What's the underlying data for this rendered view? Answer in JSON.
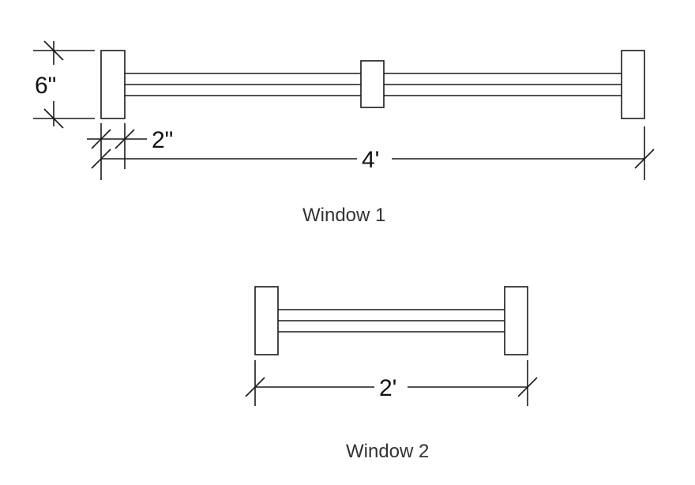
{
  "window1": {
    "caption": "Window 1",
    "dimensions": {
      "height": "6\"",
      "post_width": "2\"",
      "length": "4'"
    }
  },
  "window2": {
    "caption": "Window 2",
    "dimensions": {
      "length": "2'"
    }
  },
  "colors": {
    "line": "#1a1a1a",
    "background": "#ffffff"
  }
}
